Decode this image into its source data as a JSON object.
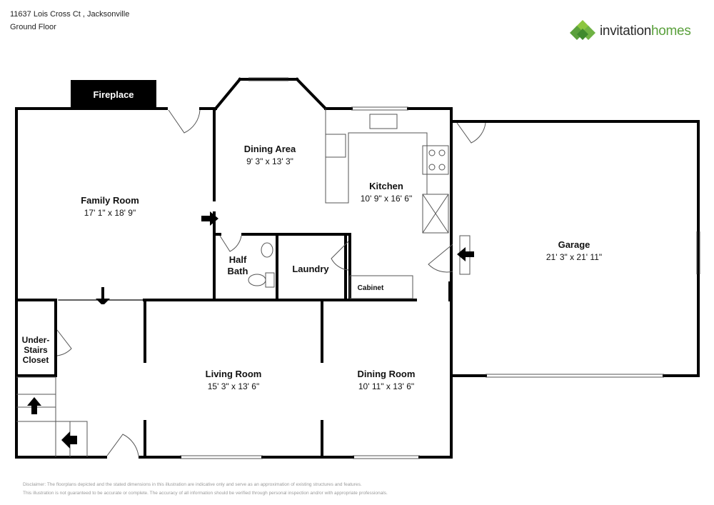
{
  "header": {
    "address": "11637 Lois Cross Ct , Jacksonville",
    "floor": "Ground Floor"
  },
  "brand": {
    "name_part1": "invitation",
    "name_part2": "homes",
    "colors": {
      "dark": "#2b2b2b",
      "green": "#5aa03c",
      "light_green": "#8cc63f"
    }
  },
  "rooms": {
    "fireplace": {
      "name": "Fireplace"
    },
    "family_room": {
      "name": "Family Room",
      "dims": "17' 1\" x 18' 9\""
    },
    "dining_area": {
      "name": "Dining Area",
      "dims": "9' 3\" x 13' 3\""
    },
    "kitchen": {
      "name": "Kitchen",
      "dims": "10' 9\" x 16' 6\""
    },
    "garage": {
      "name": "Garage",
      "dims": "21' 3\" x 21' 11\""
    },
    "half_bath": {
      "name_line1": "Half",
      "name_line2": "Bath"
    },
    "laundry": {
      "name": "Laundry"
    },
    "cabinet": {
      "name": "Cabinet"
    },
    "under_stairs": {
      "line1": "Under-",
      "line2": "Stairs",
      "line3": "Closet"
    },
    "living_room": {
      "name": "Living Room",
      "dims": "15' 3\" x 13' 6\""
    },
    "dining_room": {
      "name": "Dining Room",
      "dims": "10' 11\" x 13' 6\""
    }
  },
  "disclaimer": {
    "line1": "Disclaimer: The floorplans depicted and the stated dimensions in this illustration are indicative only and serve as an approximation of existing structures and features.",
    "line2": "This illustration is not guaranteed to be accurate or complete. The accuracy of all information should be verified through personal inspection and/or with appropriate professionals."
  }
}
